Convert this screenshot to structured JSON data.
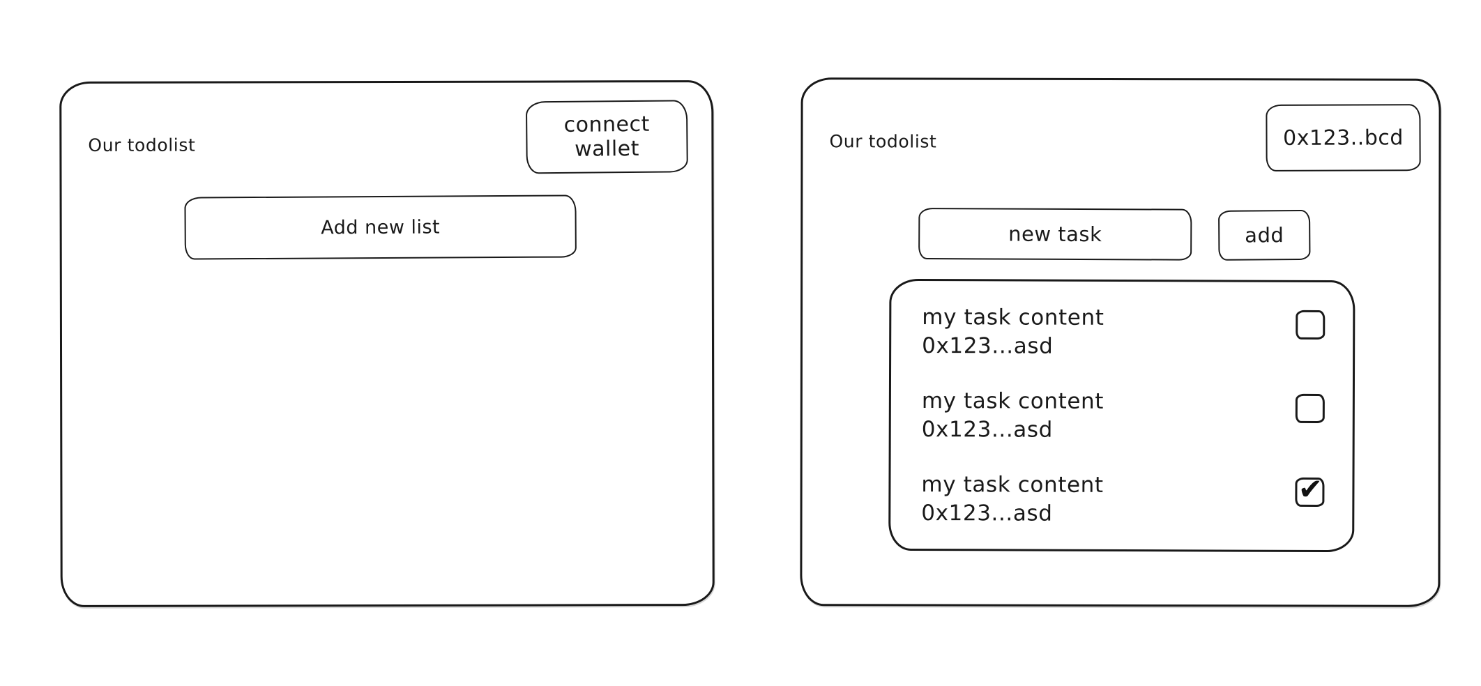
{
  "left_panel": {
    "title": "Our todolist",
    "connect_wallet_button": "connect wallet",
    "add_new_list_button": "Add new list"
  },
  "right_panel": {
    "title": "Our todolist",
    "wallet_address_button": "0x123..bcd",
    "new_task_placeholder": "new task",
    "add_button": "add",
    "tasks": [
      {
        "content": "my task content",
        "address": "0x123...asd",
        "checked": false,
        "check_glyph": ""
      },
      {
        "content": "my task content",
        "address": "0x123...asd",
        "checked": false,
        "check_glyph": ""
      },
      {
        "content": "my task content",
        "address": "0x123...asd",
        "checked": true,
        "check_glyph": "✔"
      }
    ]
  },
  "colors": {
    "ink": "#191919",
    "background": "#ffffff"
  }
}
